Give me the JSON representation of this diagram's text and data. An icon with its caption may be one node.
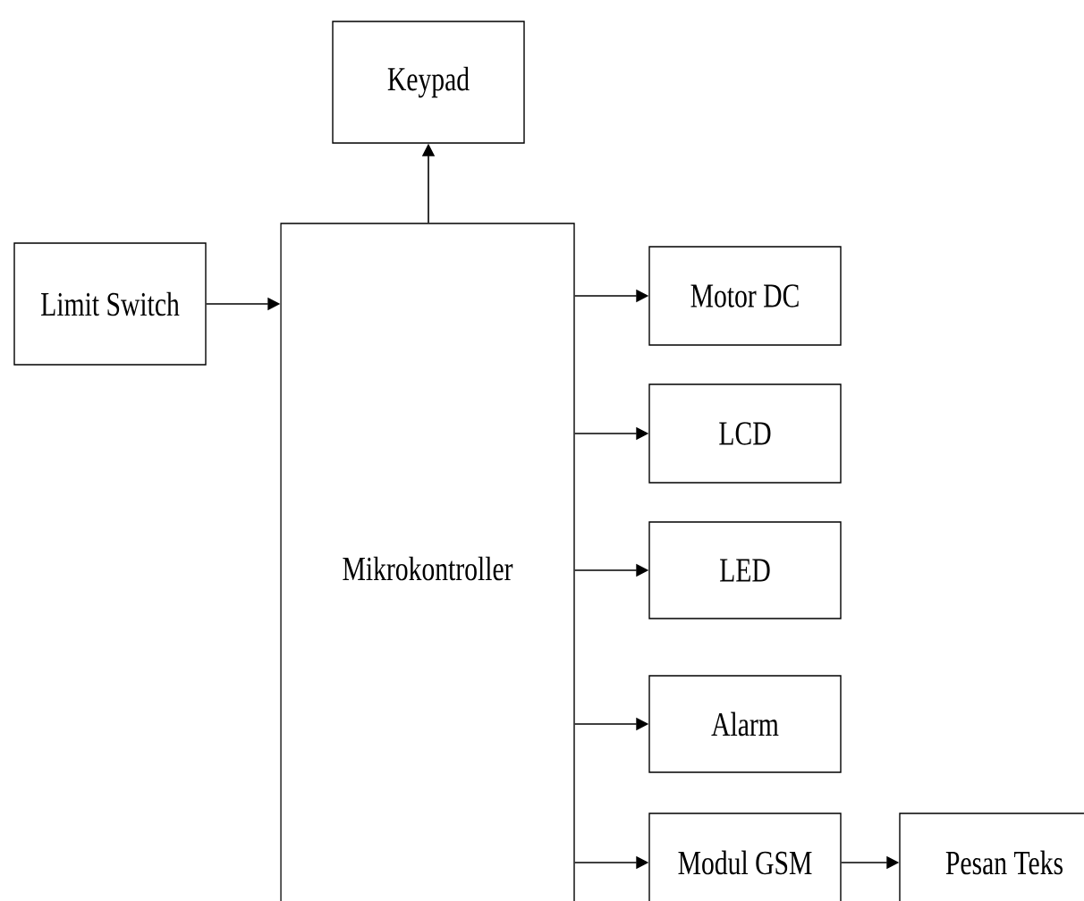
{
  "diagram": {
    "nodes": [
      {
        "text": [
          "Keypad"
        ]
      },
      {
        "text": [
          "Limit Switch"
        ]
      },
      {
        "text": [
          "Mikrokontroller"
        ]
      },
      {
        "text": [
          "Motor DC"
        ]
      },
      {
        "text": [
          "LCD"
        ]
      },
      {
        "text": [
          "LED"
        ]
      },
      {
        "text": [
          "Alarm"
        ]
      },
      {
        "text": [
          "Modul GSM"
        ]
      },
      {
        "text": [
          "Pesan Teks"
        ]
      }
    ],
    "edges": [
      {
        "from": 2,
        "to": 0,
        "arrow": "to"
      },
      {
        "from": 1,
        "to": 2,
        "arrow": "to"
      },
      {
        "from": 2,
        "to": 3,
        "arrow": "to"
      },
      {
        "from": 2,
        "to": 4,
        "arrow": "to"
      },
      {
        "from": 2,
        "to": 5,
        "arrow": "to"
      },
      {
        "from": 2,
        "to": 6,
        "arrow": "to"
      },
      {
        "from": 2,
        "to": 7,
        "arrow": "to"
      },
      {
        "from": 7,
        "to": 8,
        "arrow": "to"
      }
    ]
  }
}
